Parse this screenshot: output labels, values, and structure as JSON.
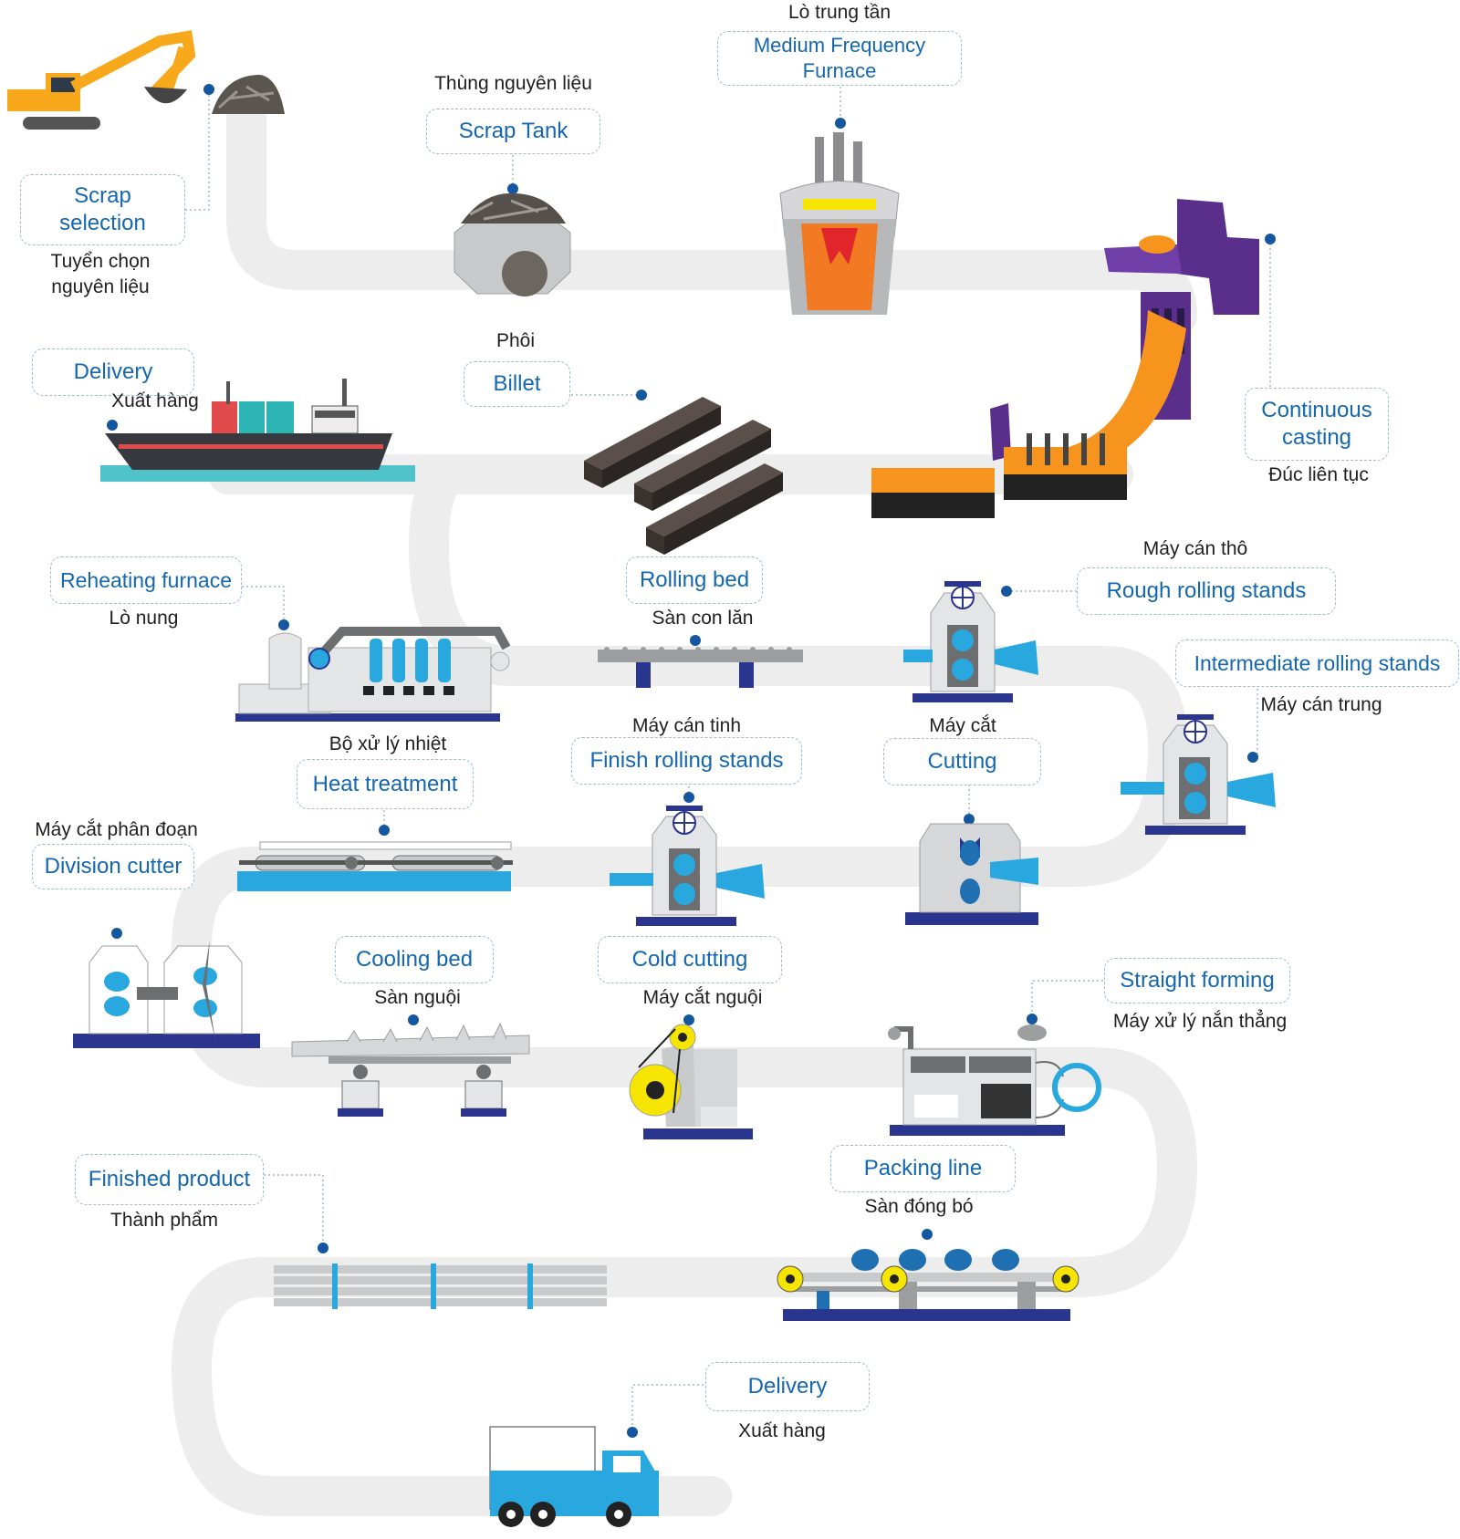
{
  "steps": {
    "scrap_selection": {
      "en": "Scrap selection",
      "vi": "Tuyển chọn nguyên liệu"
    },
    "scrap_tank": {
      "en": "Scrap Tank",
      "vi": "Thùng nguyên liệu"
    },
    "furnace": {
      "en": "Medium Frequency Furnace",
      "vi": "Lò trung tần"
    },
    "continuous_casting": {
      "en": "Continuous casting",
      "vi": "Đúc liên tục"
    },
    "billet": {
      "en": "Billet",
      "vi": "Phôi"
    },
    "delivery_ship": {
      "en": "Delivery",
      "vi": "Xuất hàng"
    },
    "reheating": {
      "en": "Reheating furnace",
      "vi": "Lò nung"
    },
    "rolling_bed": {
      "en": "Rolling bed",
      "vi": "Sàn con lăn"
    },
    "rough_rolling": {
      "en": "Rough rolling stands",
      "vi": "Máy cán thô"
    },
    "intermediate_rolling": {
      "en": "Intermediate rolling stands",
      "vi": "Máy cán trung"
    },
    "cutting": {
      "en": "Cutting",
      "vi": "Máy cắt"
    },
    "finish_rolling": {
      "en": "Finish rolling stands",
      "vi": "Máy cán tinh"
    },
    "heat_treatment": {
      "en": "Heat treatment",
      "vi": "Bộ xử lý nhiệt"
    },
    "division_cutter": {
      "en": "Division cutter",
      "vi": "Máy cắt phân đoạn"
    },
    "cooling_bed": {
      "en": "Cooling bed",
      "vi": "Sàn nguội"
    },
    "cold_cutting": {
      "en": "Cold cutting",
      "vi": "Máy cắt nguội"
    },
    "straight_forming": {
      "en": "Straight forming",
      "vi": "Máy xử lý nắn thẳng"
    },
    "packing_line": {
      "en": "Packing line",
      "vi": "Sàn đóng bó"
    },
    "finished_product": {
      "en": "Finished product",
      "vi": "Thành phẩm"
    },
    "delivery_truck": {
      "en": "Delivery",
      "vi": "Xuất hàng"
    }
  },
  "colors": {
    "path": "#ededee",
    "label_text": "#1467b0",
    "label_border": "#9fbcd6",
    "dot": "#14579e",
    "navy": "#2a3590",
    "blue": "#29a8e0",
    "purple": "#5a2f8c",
    "orange": "#f7941d",
    "yellow": "#f6e500",
    "gray": "#c9cacc"
  },
  "icons": [
    "excavator-icon",
    "scrap-pile-icon",
    "scrap-tank-icon",
    "furnace-icon",
    "caster-icon",
    "billet-icon",
    "ship-icon",
    "reheating-furnace-icon",
    "rolling-bed-icon",
    "rolling-stand-icon",
    "cutter-icon",
    "heat-treatment-icon",
    "division-cutter-icon",
    "cooling-bed-icon",
    "cold-cutting-icon",
    "straightener-icon",
    "packing-line-icon",
    "finished-bars-icon",
    "truck-icon"
  ]
}
